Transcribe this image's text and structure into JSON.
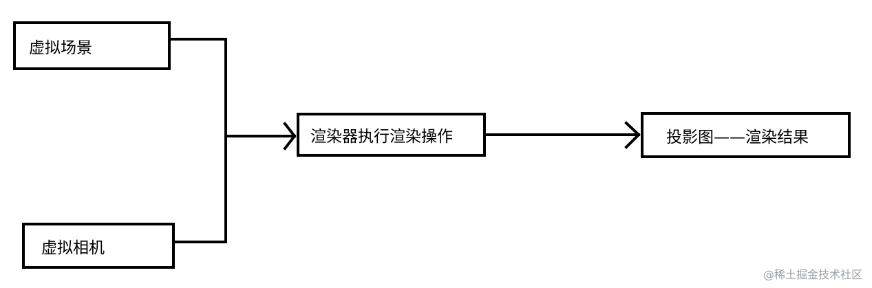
{
  "nodes": {
    "scene": "虚拟场景",
    "camera": "虚拟相机",
    "renderer": "渲染器执行渲染操作",
    "result": "投影图——渲染结果"
  },
  "watermark": "@稀土掘金技术社区"
}
